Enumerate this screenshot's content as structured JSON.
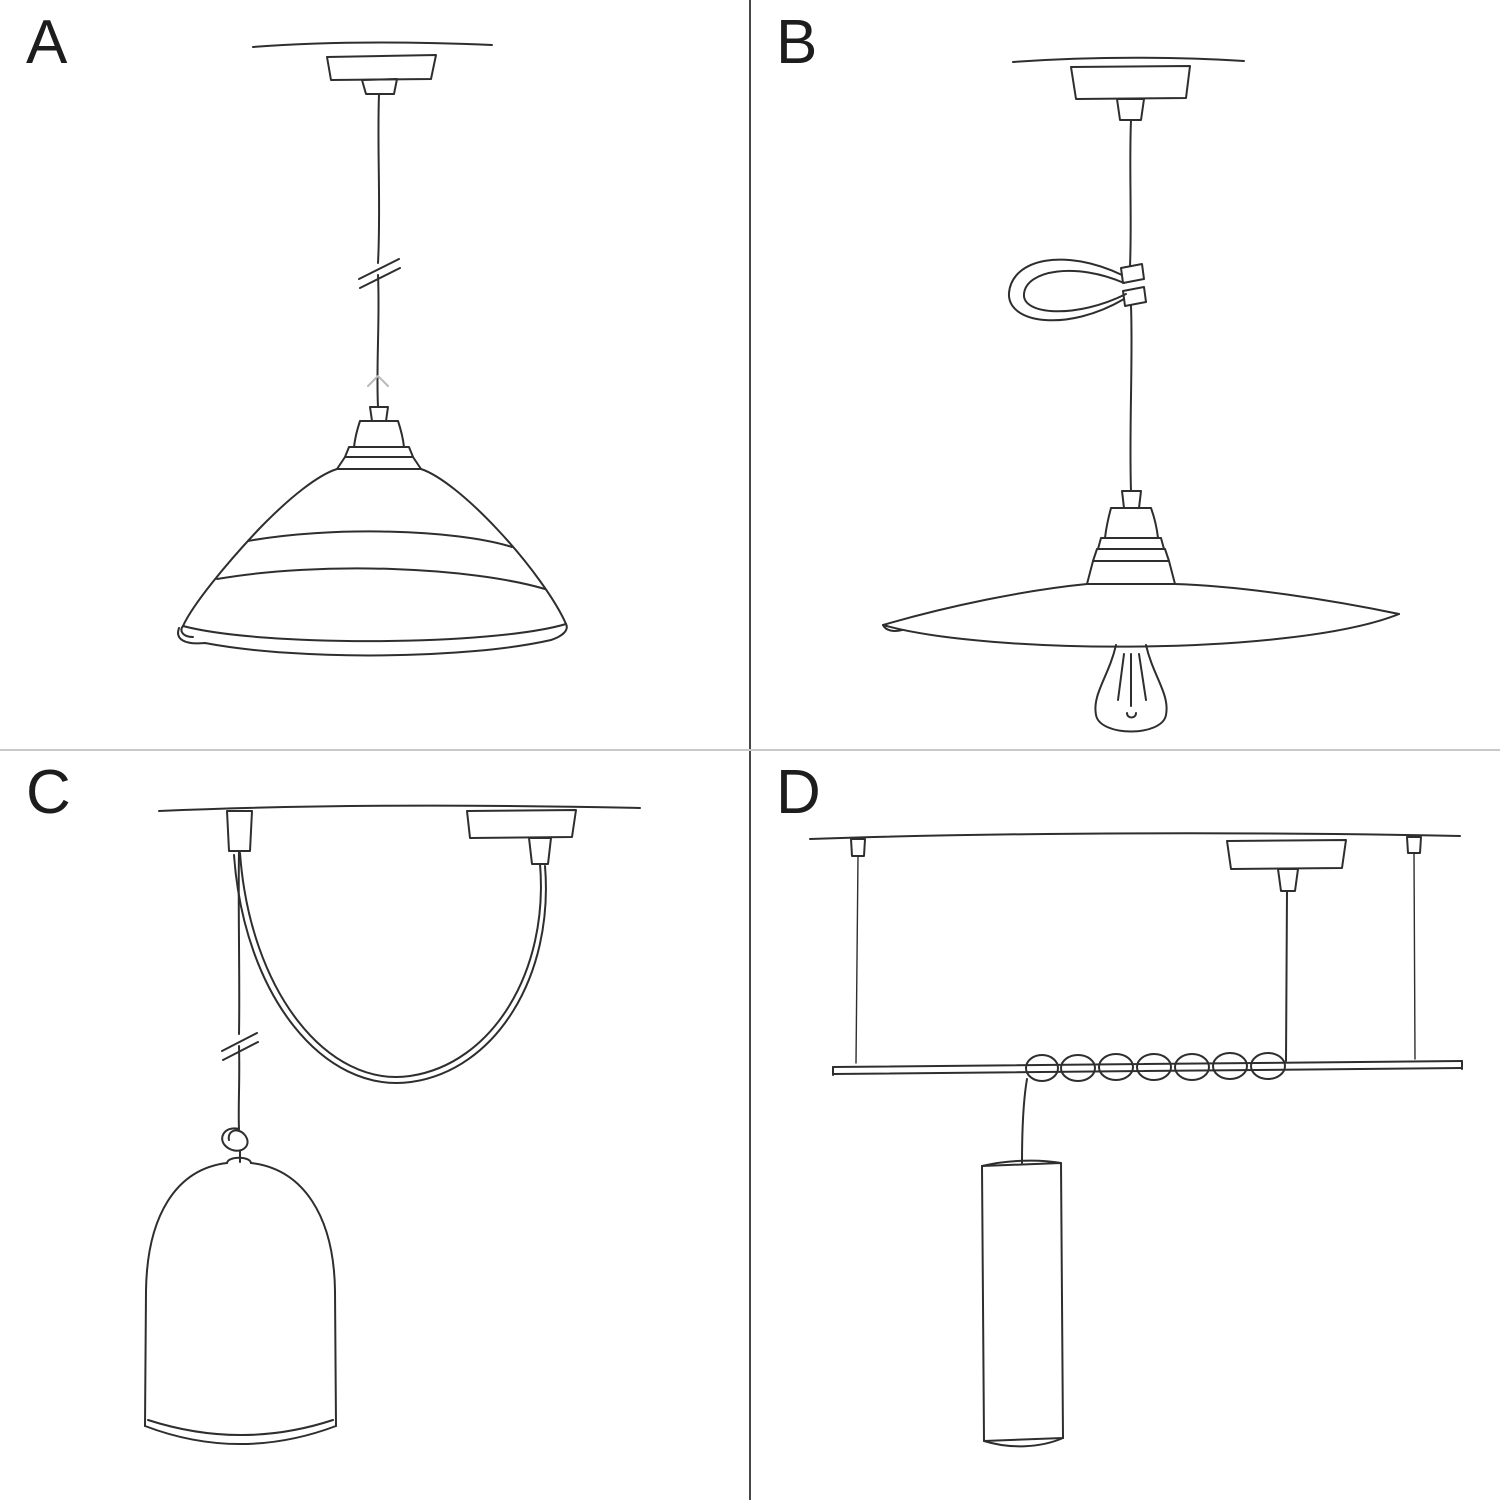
{
  "colors": {
    "ink": "#2e2e2e",
    "divider_vertical": "#474747",
    "divider_horizontal": "#c9c9c9",
    "background": "#ffffff"
  },
  "options": [
    {
      "letter": "A",
      "sketch": "pendant-cord-with-bowl-shade"
    },
    {
      "letter": "B",
      "sketch": "pendant-cord-with-cable-clip-flat-shade-and-bulb"
    },
    {
      "letter": "C",
      "sketch": "swag-pendant-with-hook-knot-and-dome-shade"
    },
    {
      "letter": "D",
      "sketch": "suspended-bar-with-coiled-cable-and-tube-pendant"
    }
  ]
}
